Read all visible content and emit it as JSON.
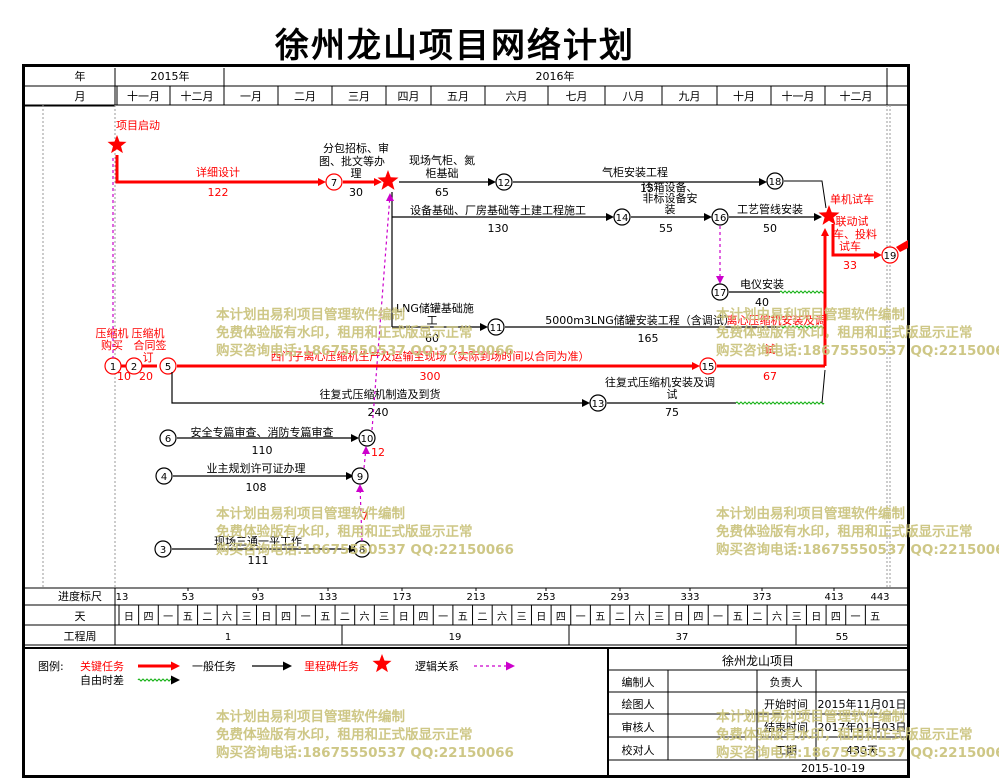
{
  "title": "徐州龙山项目网络计划",
  "header": {
    "year_label": "年",
    "month_label": "月",
    "years": [
      "2015年",
      "2016年"
    ],
    "months": [
      "十一月",
      "十二月",
      "一月",
      "二月",
      "三月",
      "四月",
      "五月",
      "六月",
      "七月",
      "八月",
      "九月",
      "十月",
      "十一月",
      "十二月"
    ]
  },
  "footer": {
    "progress_label": "进度标尺",
    "progress_ticks": [
      "13",
      "53",
      "93",
      "133",
      "173",
      "213",
      "253",
      "293",
      "333",
      "373",
      "413",
      "443"
    ],
    "day_label": "天",
    "weekdays": [
      "日",
      "四",
      "一",
      "五",
      "二",
      "六",
      "三",
      "日",
      "四",
      "一",
      "五",
      "二",
      "六",
      "三",
      "日",
      "四",
      "一",
      "五",
      "二",
      "六",
      "三",
      "日",
      "四",
      "一",
      "五",
      "二",
      "六",
      "三",
      "日",
      "四",
      "一",
      "五",
      "二",
      "六",
      "三",
      "日",
      "四",
      "一",
      "五"
    ],
    "week_label": "工程周",
    "weeks": [
      "1",
      "19",
      "37",
      "55"
    ]
  },
  "nodes": [
    "1",
    "2",
    "3",
    "4",
    "5",
    "6",
    "7",
    "8",
    "9",
    "10",
    "11",
    "12",
    "13",
    "14",
    "15",
    "16",
    "17",
    "18",
    "19"
  ],
  "milestones": [
    "项目启动",
    "单机试车"
  ],
  "tasks": [
    {
      "name": "详细设计",
      "duration": "122"
    },
    {
      "name": "分包招标、审图、批文等办理",
      "duration": "30"
    },
    {
      "name": "现场气柜、氮气柜基础",
      "duration": "65"
    },
    {
      "name": "气柜安装工程",
      "duration": "15"
    },
    {
      "name": "冷箱设备、非标设备安装",
      "duration": "55"
    },
    {
      "name": "设备基础、厂房基础等土建工程施工",
      "duration": "130"
    },
    {
      "name": "工艺管线安装",
      "duration": "50"
    },
    {
      "name": "联动试车、投料试车",
      "duration": "33"
    },
    {
      "name": "电仪安装",
      "duration": "40"
    },
    {
      "name": "LNG储罐基础施工",
      "duration": "60"
    },
    {
      "name": "5000m3LNG储罐安装工程（含调试）",
      "duration": "165"
    },
    {
      "name": "离心压缩机安装及调试",
      "duration": "67"
    },
    {
      "name": "压缩机购买",
      "duration": "10"
    },
    {
      "name": "压缩机合同签订",
      "duration": "20"
    },
    {
      "name": "西门子离心压缩机生产及运输至现场（实际到场时间以合同为准）",
      "duration": "300"
    },
    {
      "name": "往复式压缩机制造及到货",
      "duration": "240"
    },
    {
      "name": "往复式压缩机安装及调试",
      "duration": "75"
    },
    {
      "name": "安全专篇审查、消防专篇审查",
      "duration": "110"
    },
    {
      "name": "业主规划许可证办理",
      "duration": "108"
    },
    {
      "name": "现场三通一平工作",
      "duration": "111"
    },
    {
      "name": "",
      "duration": "12"
    },
    {
      "name": "",
      "duration": "7"
    }
  ],
  "legend": {
    "label": "图例:",
    "critical": "关键任务",
    "general": "一般任务",
    "milestone": "里程碑任务",
    "logic": "逻辑关系",
    "free_float": "自由时差"
  },
  "info": {
    "project": "徐州龙山项目",
    "compiler_label": "编制人",
    "owner_label": "负责人",
    "drawer_label": "绘图人",
    "start_label": "开始时间",
    "start_value": "2015年11月01日",
    "reviewer_label": "审核人",
    "end_label": "结束时间",
    "end_value": "2017年01月03日",
    "checker_label": "校对人",
    "duration_label": "工期",
    "duration_value": "430天",
    "date": "2015-10-19"
  },
  "watermark": {
    "line1": "本计划由易利项目管理软件编制",
    "line2": "免费体验版有水印，租用和正式版显示正常",
    "line3": "购买咨询电话:18675550537 QQ:22150066"
  },
  "colors": {
    "critical": "#ff0000",
    "general": "#000000",
    "logic": "#cc00cc",
    "float": "#00aa00",
    "watermark": "#c9c27a"
  }
}
